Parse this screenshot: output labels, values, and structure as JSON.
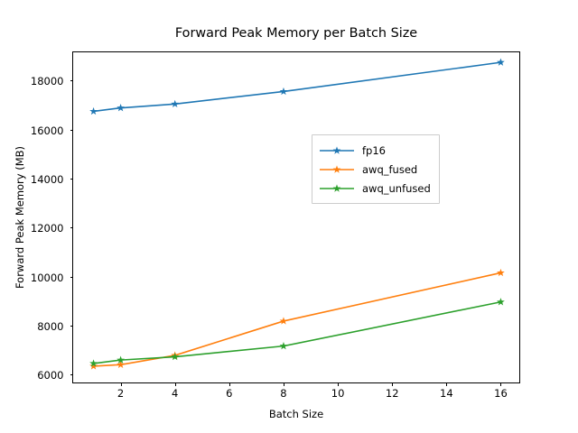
{
  "chart_data": {
    "type": "line",
    "title": "Forward Peak Memory per Batch Size",
    "xlabel": "Batch Size",
    "ylabel": "Forward Peak Memory (MB)",
    "x": [
      1,
      2,
      4,
      8,
      16
    ],
    "xlim": [
      0.25,
      16.75
    ],
    "ylim": [
      5600,
      19150
    ],
    "xticks": [
      2,
      4,
      6,
      8,
      10,
      12,
      14,
      16
    ],
    "xticklabels": [
      "2",
      "4",
      "6",
      "8",
      "10",
      "12",
      "14",
      "16"
    ],
    "yticks": [
      6000,
      8000,
      10000,
      12000,
      14000,
      16000,
      18000
    ],
    "yticklabels": [
      "6000",
      "8000",
      "10000",
      "12000",
      "14000",
      "16000",
      "18000"
    ],
    "grid": false,
    "legend_position": "center right",
    "marker": "star",
    "series": [
      {
        "name": "fp16",
        "color": "#1f77b4",
        "values": [
          16740,
          16880,
          17040,
          17550,
          18740
        ]
      },
      {
        "name": "awq_fused",
        "color": "#ff7f0e",
        "values": [
          6340,
          6400,
          6780,
          8180,
          10150
        ]
      },
      {
        "name": "awq_unfused",
        "color": "#2ca02c",
        "values": [
          6450,
          6590,
          6720,
          7160,
          8960
        ]
      }
    ]
  },
  "legend": {
    "entries": [
      {
        "label": "fp16"
      },
      {
        "label": "awq_fused"
      },
      {
        "label": "awq_unfused"
      }
    ]
  }
}
